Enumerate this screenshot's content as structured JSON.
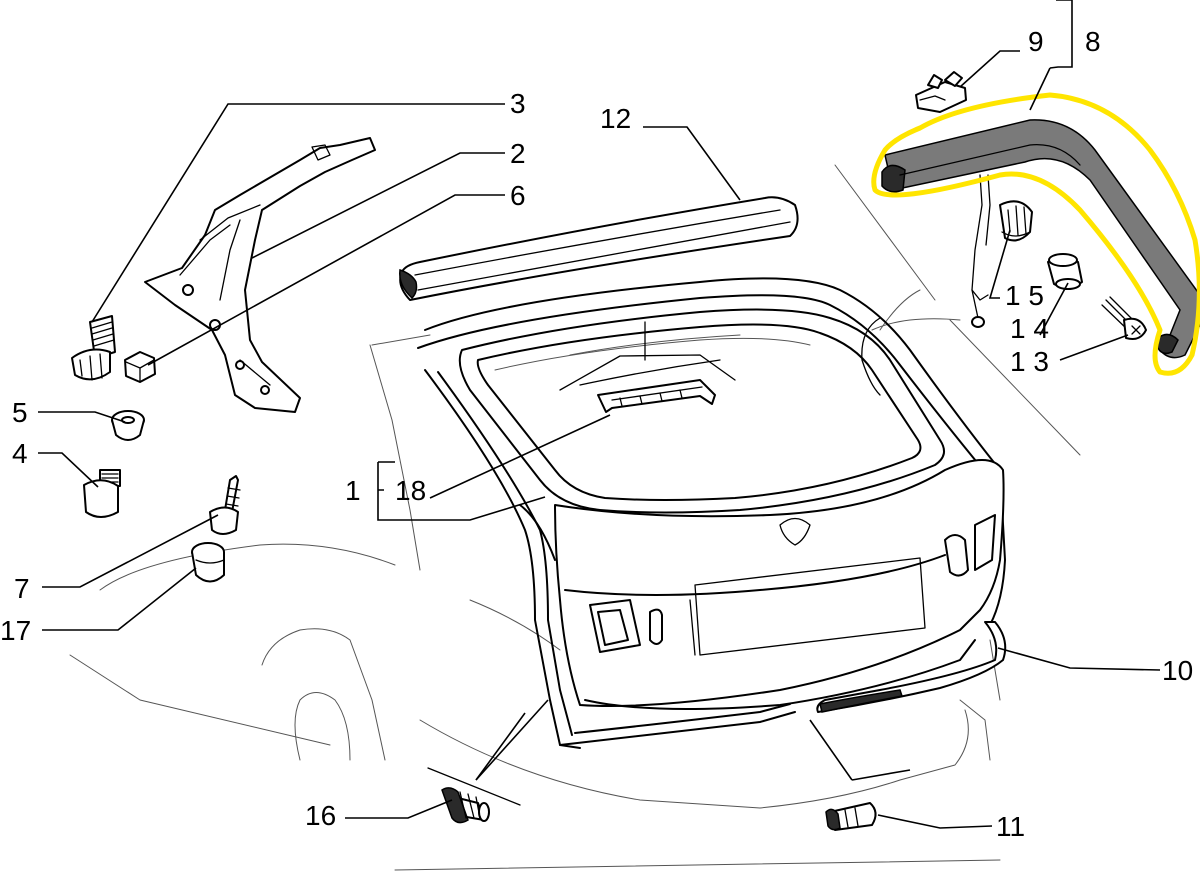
{
  "highlight": {
    "color": "#ffe500"
  },
  "callouts": [
    {
      "id": "1",
      "text": "1"
    },
    {
      "id": "2",
      "text": "2"
    },
    {
      "id": "3",
      "text": "3"
    },
    {
      "id": "4",
      "text": "4"
    },
    {
      "id": "5",
      "text": "5"
    },
    {
      "id": "6",
      "text": "6"
    },
    {
      "id": "7",
      "text": "7"
    },
    {
      "id": "8",
      "text": "8"
    },
    {
      "id": "9",
      "text": "9"
    },
    {
      "id": "10",
      "text": "10"
    },
    {
      "id": "11",
      "text": "11"
    },
    {
      "id": "12",
      "text": "12"
    },
    {
      "id": "13",
      "text": "1 3"
    },
    {
      "id": "14",
      "text": "1 4"
    },
    {
      "id": "15",
      "text": "1 5"
    },
    {
      "id": "16",
      "text": "16"
    },
    {
      "id": "17",
      "text": "17"
    },
    {
      "id": "18",
      "text": "18"
    }
  ]
}
